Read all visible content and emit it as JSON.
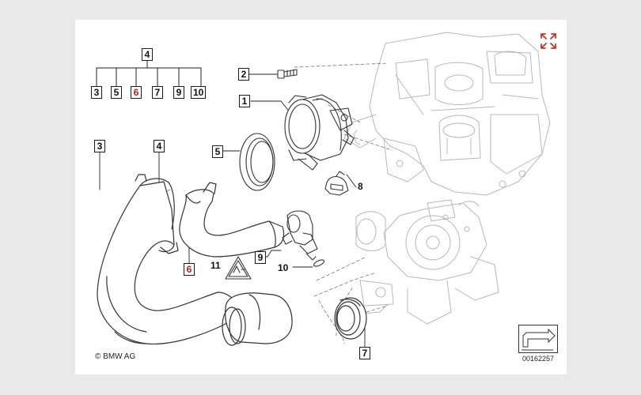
{
  "diagram": {
    "tree_callouts": {
      "parent": "4",
      "children": [
        "3",
        "5",
        "6",
        "7",
        "9",
        "10"
      ]
    },
    "callouts": {
      "c1": "1",
      "c2": "2",
      "c3": "3",
      "c4": "4",
      "c5": "5",
      "c6": "6",
      "c7": "7",
      "c8": "8",
      "c9": "9",
      "c10": "10",
      "c11": "11"
    },
    "highlight_color": "#b0202a",
    "copyright": "© BMW AG",
    "doc_number": "00162257",
    "icons": {
      "zoom": "expand-arrows-icon",
      "reference": "corner-arrow-icon"
    }
  }
}
